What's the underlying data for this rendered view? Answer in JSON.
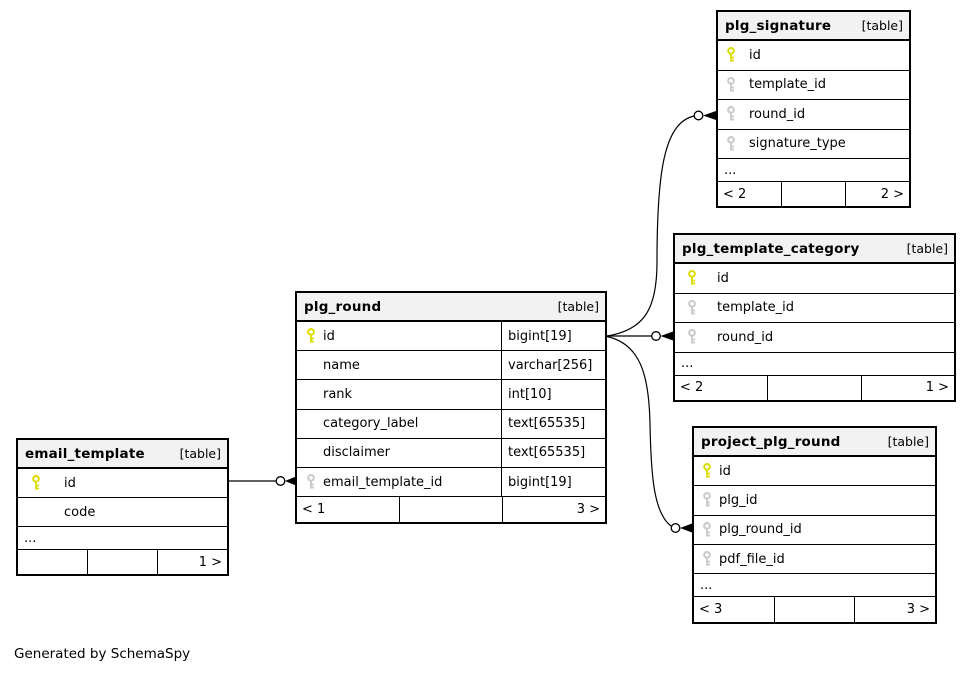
{
  "diagram": {
    "attribution": "Generated by SchemaSpy",
    "tables": [
      {
        "title": "plg_signature",
        "badge": "[table]",
        "columns": [
          {
            "name": "id",
            "key": "primary"
          },
          {
            "name": "template_id",
            "key": "foreign"
          },
          {
            "name": "round_id",
            "key": "foreign"
          },
          {
            "name": "signature_type",
            "key": "foreign"
          }
        ],
        "ellipsis": "...",
        "footer": {
          "left": "< 2",
          "center": "",
          "right": "2 >"
        }
      },
      {
        "title": "plg_template_category",
        "badge": "[table]",
        "columns": [
          {
            "name": "id",
            "key": "primary"
          },
          {
            "name": "template_id",
            "key": "foreign"
          },
          {
            "name": "round_id",
            "key": "foreign"
          }
        ],
        "ellipsis": "...",
        "footer": {
          "left": "< 2",
          "center": "",
          "right": "1 >"
        }
      },
      {
        "title": "plg_round",
        "badge": "[table]",
        "columns": [
          {
            "name": "id",
            "key": "primary",
            "type": "bigint[19]"
          },
          {
            "name": "name",
            "key": "none",
            "type": "varchar[256]"
          },
          {
            "name": "rank",
            "key": "none",
            "type": "int[10]"
          },
          {
            "name": "category_label",
            "key": "none",
            "type": "text[65535]"
          },
          {
            "name": "disclaimer",
            "key": "none",
            "type": "text[65535]"
          },
          {
            "name": "email_template_id",
            "key": "foreign",
            "type": "bigint[19]"
          }
        ],
        "footer": {
          "left": "< 1",
          "center": "",
          "right": "3 >"
        }
      },
      {
        "title": "email_template",
        "badge": "[table]",
        "columns": [
          {
            "name": "id",
            "key": "primary"
          },
          {
            "name": "code",
            "key": "none"
          }
        ],
        "ellipsis": "...",
        "footer": {
          "left": "",
          "center": "",
          "right": "1 >"
        }
      },
      {
        "title": "project_plg_round",
        "badge": "[table]",
        "columns": [
          {
            "name": "id",
            "key": "primary"
          },
          {
            "name": "plg_id",
            "key": "foreign"
          },
          {
            "name": "plg_round_id",
            "key": "foreign"
          },
          {
            "name": "pdf_file_id",
            "key": "foreign"
          }
        ],
        "ellipsis": "...",
        "footer": {
          "left": "< 3",
          "center": "",
          "right": "3 >"
        }
      }
    ],
    "relationships": [
      {
        "from_table": "email_template",
        "from_column": "id",
        "to_table": "plg_round",
        "to_column": "email_template_id"
      },
      {
        "from_table": "plg_round",
        "from_column": "id",
        "to_table": "plg_signature",
        "to_column": "round_id"
      },
      {
        "from_table": "plg_round",
        "from_column": "id",
        "to_table": "plg_template_category",
        "to_column": "round_id"
      },
      {
        "from_table": "plg_round",
        "from_column": "id",
        "to_table": "project_plg_round",
        "to_column": "plg_round_id"
      }
    ],
    "colors": {
      "primary_key_icon": "#dcdc00",
      "foreign_key_icon": "#c9c9c9",
      "header_background": "#f2f2f2",
      "border": "#000000",
      "background": "#ffffff"
    }
  }
}
